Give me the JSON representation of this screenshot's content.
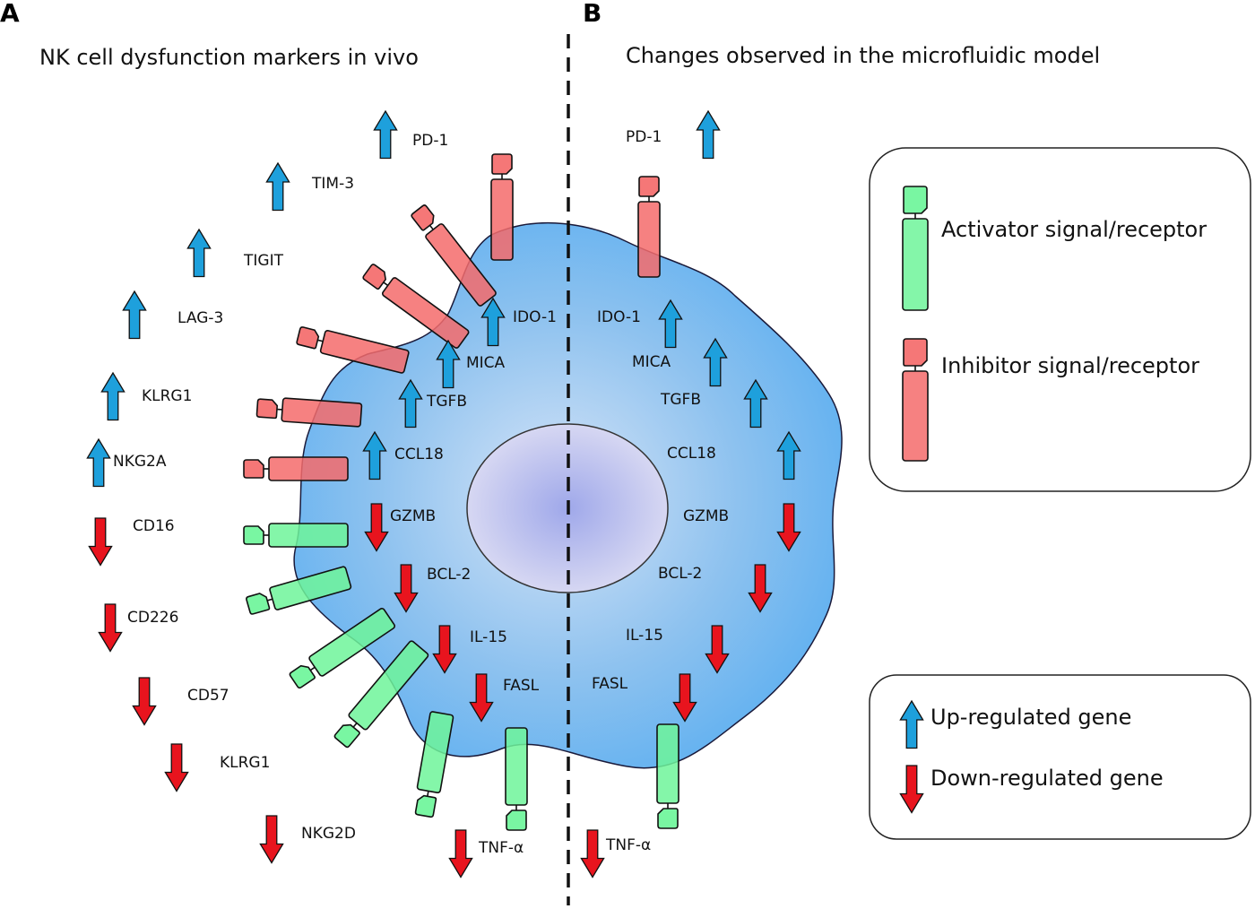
{
  "panels": {
    "a": {
      "letter": "A",
      "title": "NK cell dysfunction markers in vivo"
    },
    "b": {
      "letter": "B",
      "title": "Changes observed in the microfluidic model"
    }
  },
  "colors": {
    "up_arrow": "#1ea0dc",
    "down_arrow": "#e8141e",
    "activator": "#6ef59a",
    "inhibitor": "#f46b6b",
    "cell": "#5fb2f0",
    "nucleus": "#c8c8f0"
  },
  "panel_a": {
    "surface_markers": [
      {
        "label": "PD-1",
        "direction": "up"
      },
      {
        "label": "TIM-3",
        "direction": "up"
      },
      {
        "label": "TIGIT",
        "direction": "up"
      },
      {
        "label": "LAG-3",
        "direction": "up"
      },
      {
        "label": "KLRG1",
        "direction": "up"
      },
      {
        "label": "NKG2A",
        "direction": "up"
      },
      {
        "label": "CD16",
        "direction": "down"
      },
      {
        "label": "CD226",
        "direction": "down"
      },
      {
        "label": "CD57",
        "direction": "down"
      },
      {
        "label": "KLRG1",
        "direction": "down"
      },
      {
        "label": "NKG2D",
        "direction": "down"
      }
    ],
    "internal_genes": [
      {
        "label": "IDO-1",
        "direction": "up"
      },
      {
        "label": "MICA",
        "direction": "up"
      },
      {
        "label": "TGFB",
        "direction": "up"
      },
      {
        "label": "CCL18",
        "direction": "up"
      },
      {
        "label": "GZMB",
        "direction": "down"
      },
      {
        "label": "BCL-2",
        "direction": "down"
      },
      {
        "label": "IL-15",
        "direction": "down"
      },
      {
        "label": "FASL",
        "direction": "down"
      },
      {
        "label": "TNF-α",
        "direction": "down"
      }
    ]
  },
  "panel_b": {
    "surface_markers": [
      {
        "label": "PD-1",
        "direction": "up"
      }
    ],
    "internal_genes": [
      {
        "label": "IDO-1",
        "direction": "up"
      },
      {
        "label": "MICA",
        "direction": "up"
      },
      {
        "label": "TGFB",
        "direction": "up"
      },
      {
        "label": "CCL18",
        "direction": "up"
      },
      {
        "label": "GZMB",
        "direction": "down"
      },
      {
        "label": "BCL-2",
        "direction": "down"
      },
      {
        "label": "IL-15",
        "direction": "down"
      },
      {
        "label": "FASL",
        "direction": "down"
      },
      {
        "label": "TNF-α",
        "direction": "down"
      }
    ]
  },
  "legend_receptors": {
    "activator": "Activator signal/receptor",
    "inhibitor": "Inhibitor signal/receptor"
  },
  "legend_genes": {
    "up": "Up-regulated gene",
    "down": "Down-regulated gene"
  }
}
